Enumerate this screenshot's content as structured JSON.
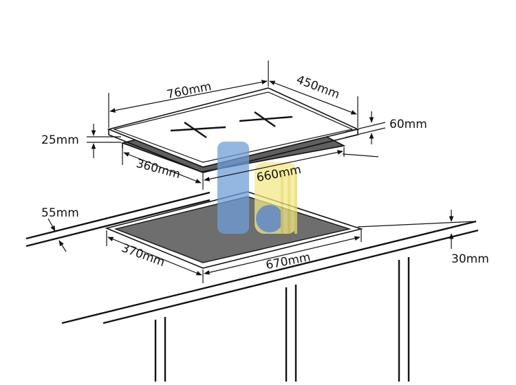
{
  "dimensions": {
    "hob_width": "760mm",
    "hob_depth": "450mm",
    "hob_height": "60mm",
    "glass_thickness": "25mm",
    "base_depth": "360mm",
    "base_width": "660mm",
    "front_edge_distance": "55mm",
    "cutout_depth": "370mm",
    "cutout_width": "670mm",
    "worktop_thickness": "30mm"
  },
  "colors": {
    "line": "#111111",
    "cutout_fill": "#6e6e6e",
    "hob_base_fill": "#5f5f5f",
    "hob_top_fill": "#ffffff",
    "watermark_blue": "#6f9fd8",
    "watermark_yellow": "#f3e88a"
  },
  "icons": {
    "watermark": "logo-watermark"
  }
}
